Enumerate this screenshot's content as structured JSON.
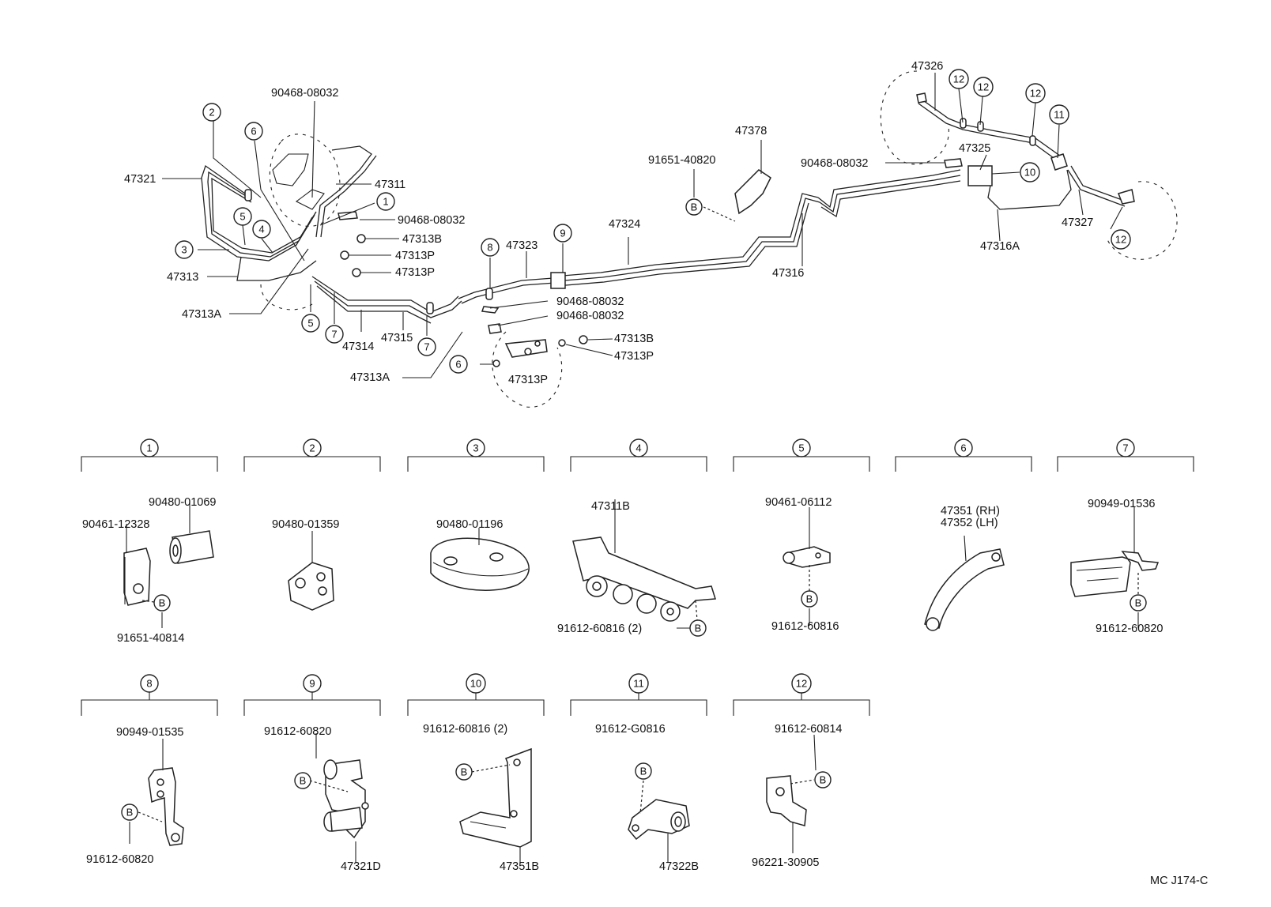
{
  "callouts": {
    "90468_08032_top": "90468-08032",
    "47321": "47321",
    "47311": "47311",
    "90468_08032_a": "90468-08032",
    "47313B_a": "47313B",
    "47313P_a": "47313P",
    "47313P_b": "47313P",
    "47313": "47313",
    "47313A_a": "47313A",
    "47314": "47314",
    "47315": "47315",
    "47323": "47323",
    "47324": "47324",
    "90468_08032_b": "90468-08032",
    "90468_08032_c": "90468-08032",
    "47313B_b": "47313B",
    "47313P_c": "47313P",
    "47313P_d": "47313P",
    "47313A_b": "47313A",
    "91651_40820": "91651-40820",
    "47378": "47378",
    "47316": "47316",
    "90468_08032_d": "90468-08032",
    "47326": "47326",
    "47325": "47325",
    "47316A": "47316A",
    "47327": "47327"
  },
  "circle_numbers": [
    "1",
    "2",
    "3",
    "4",
    "5",
    "6",
    "7",
    "8",
    "9",
    "10",
    "11",
    "12"
  ],
  "bolt_letter": "B",
  "details": {
    "d1_a": "90480-01069",
    "d1_b": "90461-12328",
    "d1_c": "91651-40814",
    "d2_a": "90480-01359",
    "d3_a": "90480-01196",
    "d4_a": "47311B",
    "d4_b": "91612-60816 (2)",
    "d5_a": "90461-06112",
    "d5_b": "91612-60816",
    "d6_a": "47351 (RH)",
    "d6_b": "47352 (LH)",
    "d7_a": "90949-01536",
    "d7_b": "91612-60820",
    "d8_a": "90949-01535",
    "d8_b": "91612-60820",
    "d9_a": "91612-60820",
    "d9_b": "47321D",
    "d10_a": "91612-60816 (2)",
    "d10_b": "47351B",
    "d11_a": "91612-G0816",
    "d11_b": "47322B",
    "d12_a": "91612-60814",
    "d12_b": "96221-30905"
  },
  "figure_code": "MC J174-C"
}
